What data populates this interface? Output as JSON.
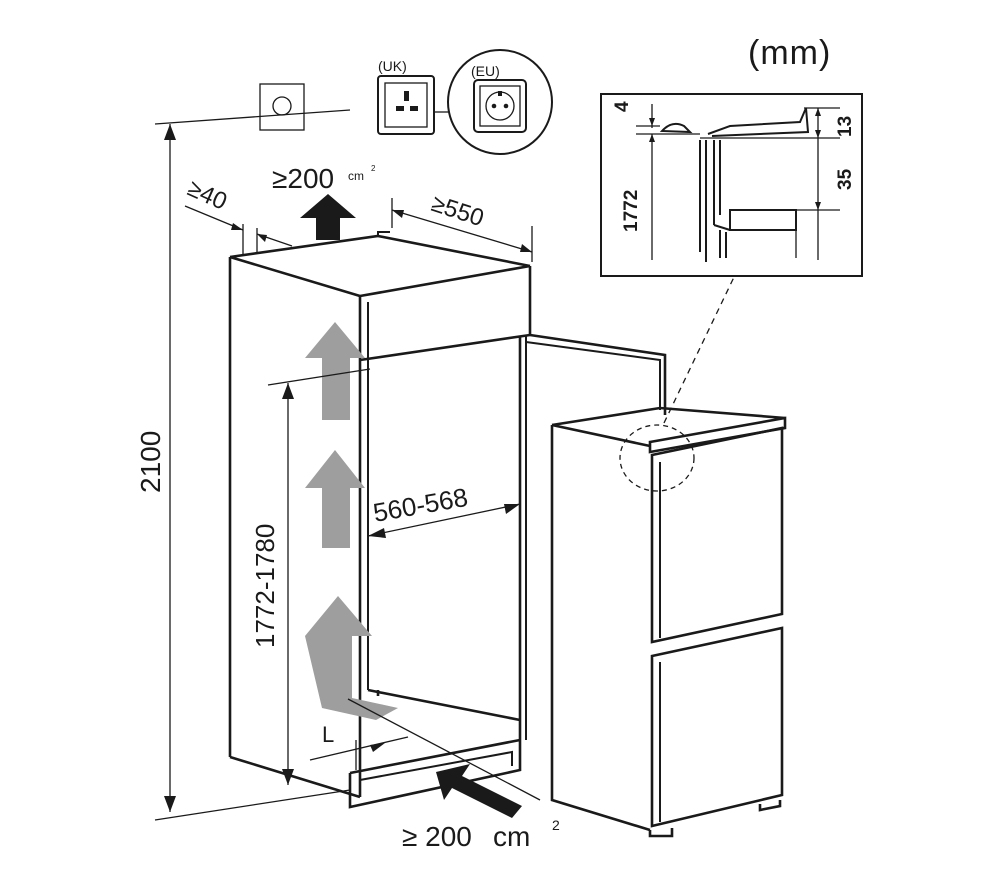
{
  "units": "(mm)",
  "socket_labels": {
    "uk": "(UK)",
    "eu": "(EU)"
  },
  "dimensions": {
    "total_height": "2100",
    "niche_height": "1772-1780",
    "niche_width": "560-568",
    "depth": "≥550",
    "rear_gap": "≥40",
    "vent_top_value": "≥200",
    "vent_top_unit": "cm",
    "vent_top_exp": "2",
    "vent_bottom_value": "≥ 200",
    "vent_bottom_unit": "cm",
    "vent_bottom_exp": "2",
    "plinth_label": "L"
  },
  "detail": {
    "gap_top": "4",
    "appliance_height": "1772",
    "offset_13": "13",
    "offset_35": "35"
  },
  "colors": {
    "line": "#1a1a1a",
    "airflow_arrow": "#9e9e9e",
    "background": "#ffffff"
  }
}
